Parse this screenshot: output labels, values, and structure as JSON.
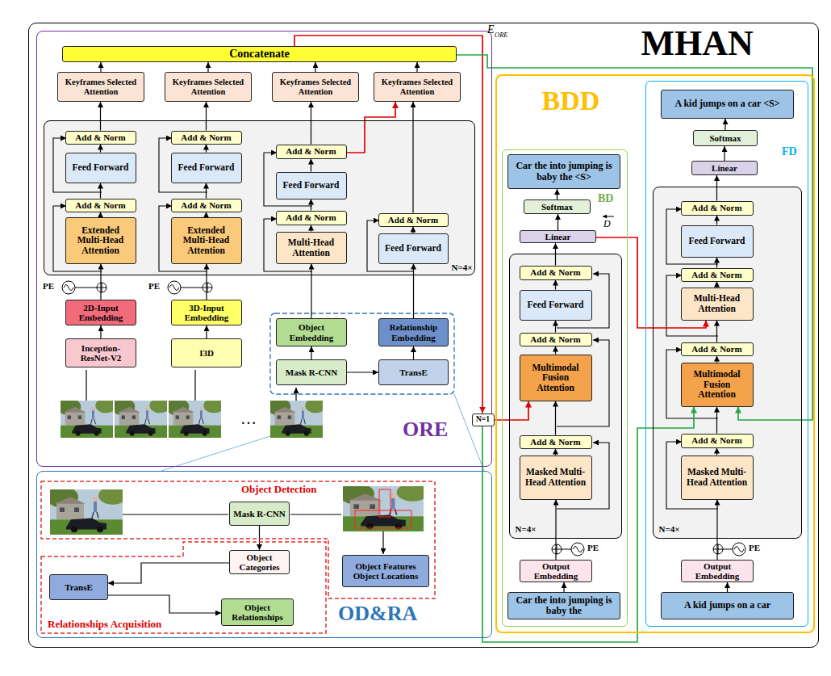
{
  "diagram": {
    "nodes": [
      {
        "text": [
          "MHAN"
        ]
      },
      {
        "text": [
          "ORE"
        ],
        "in": 0
      },
      {
        "text": [
          "Concatenate"
        ],
        "in": 1
      },
      {
        "text": [
          "Keyframes Selected Attention"
        ],
        "in": 1
      },
      {
        "text": [
          "Keyframes Selected Attention"
        ],
        "in": 1
      },
      {
        "text": [
          "Keyframes Selected Attention"
        ],
        "in": 1
      },
      {
        "text": [
          "Keyframes Selected Attention"
        ],
        "in": 1
      },
      {
        "text": [
          "N=4×"
        ],
        "in": 1
      },
      {
        "text": [
          "Add & Norm"
        ],
        "in": 7
      },
      {
        "text": [
          "Feed Forward"
        ],
        "in": 7
      },
      {
        "text": [
          "Add & Norm"
        ],
        "in": 7
      },
      {
        "text": [
          "Extended Multi-Head Attention"
        ],
        "in": 7
      },
      {
        "text": [
          "Add & Norm"
        ],
        "in": 7
      },
      {
        "text": [
          "Feed Forward"
        ],
        "in": 7
      },
      {
        "text": [
          "Add & Norm"
        ],
        "in": 7
      },
      {
        "text": [
          "Extended Multi-Head Attention"
        ],
        "in": 7
      },
      {
        "text": [
          "Add & Norm"
        ],
        "in": 7
      },
      {
        "text": [
          "Feed Forward"
        ],
        "in": 7
      },
      {
        "text": [
          "Add & Norm"
        ],
        "in": 7
      },
      {
        "text": [
          "Multi-Head Attention"
        ],
        "in": 7
      },
      {
        "text": [
          "Add & Norm"
        ],
        "in": 7
      },
      {
        "text": [
          "Feed Forward"
        ],
        "in": 7
      },
      {
        "text": [
          "2D-Input Embedding"
        ],
        "in": 1
      },
      {
        "text": [
          "3D-Input Embedding"
        ],
        "in": 1
      },
      {
        "text": [
          "Inception-ResNet-V2"
        ],
        "in": 1
      },
      {
        "text": [
          "I3D"
        ],
        "in": 1
      },
      {
        "text": [
          "Object Embedding"
        ],
        "in": 1
      },
      {
        "text": [
          "Relationship Embedding"
        ],
        "in": 1
      },
      {
        "text": [
          "Mask R-CNN"
        ],
        "in": 1
      },
      {
        "text": [
          "TransE"
        ],
        "in": 1
      },
      {
        "text": [
          "N=1"
        ],
        "in": 0
      },
      {
        "text": [
          "OD&RA"
        ],
        "in": 0
      },
      {
        "text": [
          "Object Detection"
        ],
        "in": 31
      },
      {
        "text": [
          "Mask R-CNN"
        ],
        "in": 32
      },
      {
        "text": [
          "Object Features Object Locations"
        ],
        "in": 32
      },
      {
        "text": [
          "Relationships Acquisition"
        ],
        "in": 31
      },
      {
        "text": [
          "Object Categories"
        ],
        "in": 35
      },
      {
        "text": [
          "TransE"
        ],
        "in": 35
      },
      {
        "text": [
          "Object Relationships"
        ],
        "in": 35
      },
      {
        "text": [
          "BDD"
        ],
        "in": 0
      },
      {
        "text": [
          "BD"
        ],
        "in": 39
      },
      {
        "text": [
          "Car the into jumping is baby the <S>"
        ],
        "in": 40
      },
      {
        "text": [
          "Softmax"
        ],
        "in": 40
      },
      {
        "text": [
          "Linear"
        ],
        "in": 40
      },
      {
        "text": [
          "N=4×"
        ],
        "in": 40
      },
      {
        "text": [
          "Add & Norm"
        ],
        "in": 44
      },
      {
        "text": [
          "Feed Forward"
        ],
        "in": 44
      },
      {
        "text": [
          "Add & Norm"
        ],
        "in": 44
      },
      {
        "text": [
          "Multimodal Fusion Attention"
        ],
        "in": 44
      },
      {
        "text": [
          "Add & Norm"
        ],
        "in": 44
      },
      {
        "text": [
          "Masked Multi-Head Attention"
        ],
        "in": 44
      },
      {
        "text": [
          "Output Embedding"
        ],
        "in": 40
      },
      {
        "text": [
          "Car the into jumping is baby the"
        ],
        "in": 40
      },
      {
        "text": [
          "FD"
        ],
        "in": 39
      },
      {
        "text": [
          "A kid jumps on a car <S>"
        ],
        "in": 53
      },
      {
        "text": [
          "Softmax"
        ],
        "in": 53
      },
      {
        "text": [
          "Linear"
        ],
        "in": 53
      },
      {
        "text": [
          "N=4×"
        ],
        "in": 53
      },
      {
        "text": [
          "Add & Norm"
        ],
        "in": 57
      },
      {
        "text": [
          "Feed Forward"
        ],
        "in": 57
      },
      {
        "text": [
          "Add & Norm"
        ],
        "in": 57
      },
      {
        "text": [
          "Multi-Head Attention"
        ],
        "in": 57
      },
      {
        "text": [
          "Add & Norm"
        ],
        "in": 57
      },
      {
        "text": [
          "Multimodal Fusion Attention"
        ],
        "in": 57
      },
      {
        "text": [
          "Add & Norm"
        ],
        "in": 57
      },
      {
        "text": [
          "Masked Multi-Head Attention"
        ],
        "in": 57
      },
      {
        "text": [
          "Output Embedding"
        ],
        "in": 53
      },
      {
        "text": [
          "A kid jumps on a car"
        ],
        "in": 53
      }
    ],
    "edges": [
      {
        "from": 24,
        "to": 22,
        "arrow": "to"
      },
      {
        "from": 22,
        "to": 11,
        "arrow": "to"
      },
      {
        "from": 11,
        "to": 10,
        "arrow": "to"
      },
      {
        "from": 10,
        "to": 9,
        "arrow": "to"
      },
      {
        "from": 9,
        "to": 8,
        "arrow": "to"
      },
      {
        "from": 8,
        "to": 3,
        "arrow": "to"
      },
      {
        "from": 3,
        "to": 2,
        "arrow": "to"
      },
      {
        "from": 25,
        "to": 23,
        "arrow": "to"
      },
      {
        "from": 23,
        "to": 15,
        "arrow": "to"
      },
      {
        "from": 15,
        "to": 14,
        "arrow": "to"
      },
      {
        "from": 14,
        "to": 13,
        "arrow": "to"
      },
      {
        "from": 13,
        "to": 12,
        "arrow": "to"
      },
      {
        "from": 12,
        "to": 4,
        "arrow": "to"
      },
      {
        "from": 4,
        "to": 2,
        "arrow": "to"
      },
      {
        "from": 28,
        "to": 26,
        "arrow": "to"
      },
      {
        "from": 26,
        "to": 19,
        "arrow": "to"
      },
      {
        "from": 19,
        "to": 18,
        "arrow": "to"
      },
      {
        "from": 18,
        "to": 17,
        "arrow": "to"
      },
      {
        "from": 17,
        "to": 16,
        "arrow": "to"
      },
      {
        "from": 16,
        "to": 5,
        "arrow": "to"
      },
      {
        "from": 5,
        "to": 2,
        "arrow": "to"
      },
      {
        "from": 28,
        "to": 29,
        "arrow": "to"
      },
      {
        "from": 29,
        "to": 27,
        "arrow": "to"
      },
      {
        "from": 27,
        "to": 21,
        "arrow": "to"
      },
      {
        "from": 21,
        "to": 20,
        "arrow": "to"
      },
      {
        "from": 20,
        "to": 6,
        "arrow": "to"
      },
      {
        "from": 6,
        "to": 2,
        "arrow": "to"
      },
      {
        "from": 16,
        "to": 6,
        "arrow": "to"
      },
      {
        "from": 2,
        "to": 30,
        "arrow": "to"
      },
      {
        "from": 2,
        "to": 63,
        "arrow": "to"
      },
      {
        "from": 30,
        "to": 48,
        "arrow": "to"
      },
      {
        "from": 30,
        "to": 63,
        "arrow": "to"
      },
      {
        "from": 43,
        "to": 61,
        "arrow": "to"
      },
      {
        "from": 52,
        "to": 51,
        "arrow": "to"
      },
      {
        "from": 51,
        "to": 50,
        "arrow": "to"
      },
      {
        "from": 50,
        "to": 49,
        "arrow": "to"
      },
      {
        "from": 49,
        "to": 48,
        "arrow": "to"
      },
      {
        "from": 48,
        "to": 47,
        "arrow": "to"
      },
      {
        "from": 47,
        "to": 46,
        "arrow": "to"
      },
      {
        "from": 46,
        "to": 45,
        "arrow": "to"
      },
      {
        "from": 45,
        "to": 43,
        "arrow": "to"
      },
      {
        "from": 43,
        "to": 42,
        "arrow": "to"
      },
      {
        "from": 42,
        "to": 41,
        "arrow": "to"
      },
      {
        "from": 67,
        "to": 66,
        "arrow": "to"
      },
      {
        "from": 66,
        "to": 65,
        "arrow": "to"
      },
      {
        "from": 65,
        "to": 64,
        "arrow": "to"
      },
      {
        "from": 64,
        "to": 63,
        "arrow": "to"
      },
      {
        "from": 63,
        "to": 62,
        "arrow": "to"
      },
      {
        "from": 62,
        "to": 61,
        "arrow": "to"
      },
      {
        "from": 61,
        "to": 60,
        "arrow": "to"
      },
      {
        "from": 60,
        "to": 59,
        "arrow": "to"
      },
      {
        "from": 59,
        "to": 58,
        "arrow": "to"
      },
      {
        "from": 58,
        "to": 56,
        "arrow": "to"
      },
      {
        "from": 56,
        "to": 55,
        "arrow": "to"
      },
      {
        "from": 55,
        "to": 54,
        "arrow": "to"
      },
      {
        "from": 33,
        "to": 36,
        "arrow": "to"
      },
      {
        "from": 36,
        "to": 37,
        "arrow": "to"
      },
      {
        "from": 37,
        "to": 38,
        "arrow": "to"
      }
    ],
    "labels": [
      "PE",
      "PE",
      "PE",
      "PE",
      "…",
      "E",
      "ORE",
      "D"
    ]
  }
}
